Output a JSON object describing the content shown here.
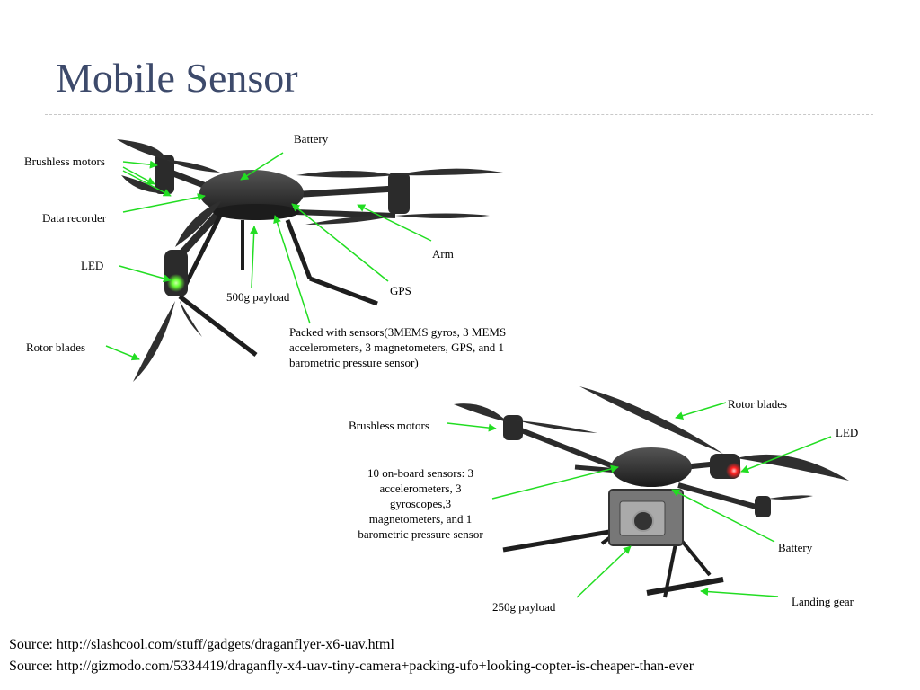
{
  "slide": {
    "title": "Mobile Sensor"
  },
  "drone_x6": {
    "labels": {
      "battery": "Battery",
      "brushless_motors": "Brushless motors",
      "data_recorder": "Data recorder",
      "led": "LED",
      "rotor_blades": "Rotor blades",
      "arm": "Arm",
      "gps": "GPS",
      "payload": "500g  payload",
      "sensors": "Packed with sensors(3MEMS gyros, 3 MEMS accelerometers, 3 magnetometers, GPS, and 1 barometric pressure sensor)"
    }
  },
  "drone_x4": {
    "labels": {
      "rotor_blades": "Rotor blades",
      "brushless_motors": "Brushless motors",
      "led": "LED",
      "sensors": "10 on-board sensors: 3 accelerometers,  3 gyroscopes,3 magnetometers, and 1 barometric pressure sensor",
      "battery": "Battery",
      "landing_gear": "Landing gear",
      "payload": "250g  payload"
    }
  },
  "sources": [
    "Source: http://slashcool.com/stuff/gadgets/draganflyer-x6-uav.html",
    "Source: http://gizmodo.com/5334419/draganfly-x4-uav-tiny-camera+packing-ufo+looking-copter-is-cheaper-than-ever"
  ],
  "colors": {
    "title": "#3d4a6b",
    "callout_arrow": "#22dd22",
    "drone_body": "#2b2b2b",
    "led_green": "#66ff33",
    "led_red": "#ff2222"
  }
}
